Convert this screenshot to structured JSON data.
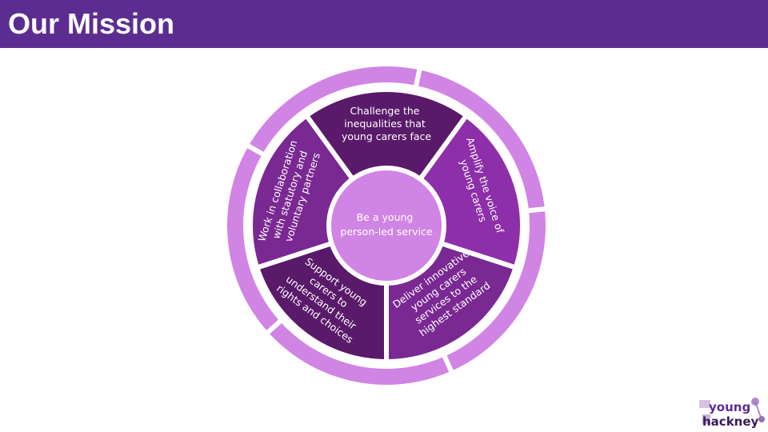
{
  "header": {
    "title": "Our Mission"
  },
  "diagram": {
    "center": [
      "Be a young",
      "person-led service"
    ],
    "segments": [
      {
        "id": "challenge",
        "lines": [
          "Challenge the",
          "inequalities that",
          "young carers face"
        ]
      },
      {
        "id": "amplify",
        "lines": [
          "Amplify the voice of",
          "young carers"
        ]
      },
      {
        "id": "deliver",
        "lines": [
          "Deliver innovative",
          "young carers",
          "services to the",
          "highest standard"
        ]
      },
      {
        "id": "support",
        "lines": [
          "Support young",
          "carers to",
          "understand their",
          "rights and choices"
        ]
      },
      {
        "id": "collaborate",
        "lines": [
          "Work in collaboration",
          "with statutory and",
          "voluntary partners"
        ]
      }
    ]
  },
  "logo": {
    "line1": "young",
    "line2": "hackney"
  },
  "colors": {
    "header": "#5c2d91",
    "outer_ring": "#d084e4",
    "center": "#d084e4",
    "seg_dark": "#5a1a6a",
    "seg_mid": "#7a2892",
    "seg_light": "#8d2fa8"
  }
}
